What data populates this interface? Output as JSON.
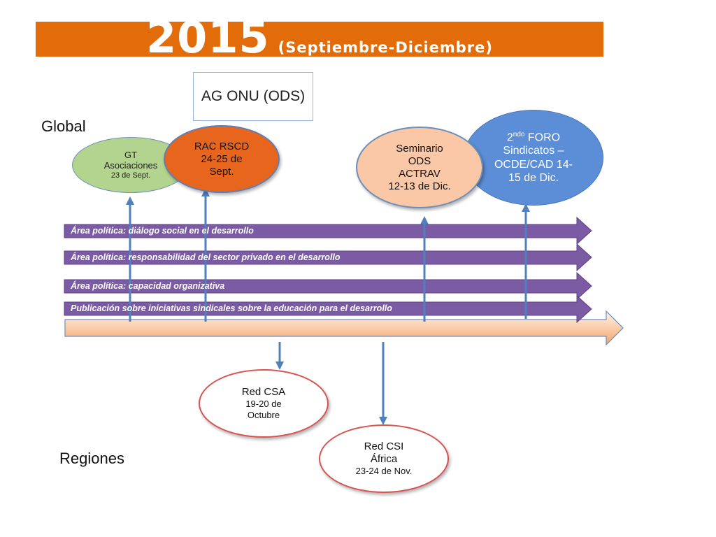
{
  "banner": {
    "year": "2015",
    "subtitle": "(Septiembre-Diciembre)"
  },
  "ag_box": {
    "label": "AG ONU (ODS)"
  },
  "labels": {
    "global": "Global",
    "regiones": "Regiones"
  },
  "events": {
    "gt": {
      "line1": "GT",
      "line2": "Asociaciones",
      "date": "23 de Sept."
    },
    "rac": {
      "line1": "RAC RSCD",
      "line2": "24-25 de",
      "line3": "Sept."
    },
    "foro": {
      "sup_prefix": "2",
      "sup": "ndo",
      "sup_suffix": " FORO",
      "line2": "Sindicatos –",
      "line3": "OCDE/CAD 14-",
      "line4": "15 de Dic."
    },
    "seminario": {
      "line1": "Seminario",
      "line2": "ODS",
      "line3": "ACTRAV",
      "line4": "12-13 de Dic."
    },
    "csa": {
      "line1": "Red CSA",
      "line2": "19-20 de",
      "line3": "Octubre"
    },
    "csi": {
      "line1": "Red CSI",
      "line2": "África",
      "line3": "23-24 de Nov."
    }
  },
  "bands": [
    "Área política: diálogo social en el desarrollo",
    "Área política: responsabilidad del sector privado en el desarrollo",
    "Área política: capacidad organizativa",
    "Publicación sobre iniciativas sindicales sobre la educación para el desarrollo"
  ],
  "colors": {
    "banner": "#E36C0A",
    "band": "#7B5BA3",
    "arrow": "#4F81BD",
    "timeline": "#F4B183"
  }
}
